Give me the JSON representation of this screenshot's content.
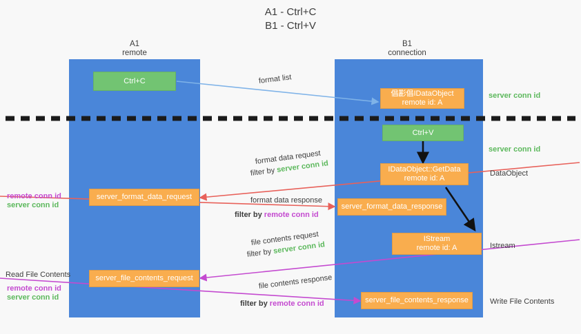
{
  "title": {
    "line1": "A1 - Ctrl+C",
    "line2": "B1 - Ctrl+V"
  },
  "columns": [
    {
      "name": "A1",
      "sub": "remote"
    },
    {
      "name": "B1",
      "sub": "connection"
    }
  ],
  "nodes": {
    "ctrl_c": "Ctrl+C",
    "ctrl_v": "Ctrl+V",
    "idataobject_top_l1": "倡彲倡IDataObject",
    "idataobject_top_l2": "remote id: A",
    "getdata_l1": "IDataObject::GetData",
    "getdata_l2": "remote id: A",
    "istream_l1": "IStream",
    "istream_l2": "remote id: A",
    "server_format_data_request": "server_format_data_request",
    "server_format_data_response": "server_format_data_response",
    "server_file_contents_request": "server_file_contents_request",
    "server_file_contents_response": "server_file_contents_response"
  },
  "edge_labels": {
    "format_list": "format list",
    "format_data_request": "format data request",
    "format_data_response": "format data response",
    "file_contents_request": "file contents request",
    "file_contents_response": "file contents response",
    "filter_by": "filter by ",
    "server_conn_id": "server conn id",
    "remote_conn_id": "remote conn id"
  },
  "side_labels": {
    "server_conn_id": "server conn id",
    "remote_conn_id": "remote conn id",
    "dataobject": "DataObject",
    "istream": "Istream",
    "read_file_contents": "Read File Contents",
    "write_file_contents": "Write File Contents"
  },
  "colors": {
    "lane": "#4a86d9",
    "orange": "#f9ad4e",
    "green_box": "#72c472",
    "green_text": "#5cb85c",
    "purple_text": "#c44ad0",
    "arrow_blue": "#7fb3e8",
    "arrow_red": "#e8615a",
    "arrow_magenta": "#c44ad0",
    "arrow_black": "#000000",
    "divider": "#1b1b1b",
    "background": "#f8f8f8"
  }
}
